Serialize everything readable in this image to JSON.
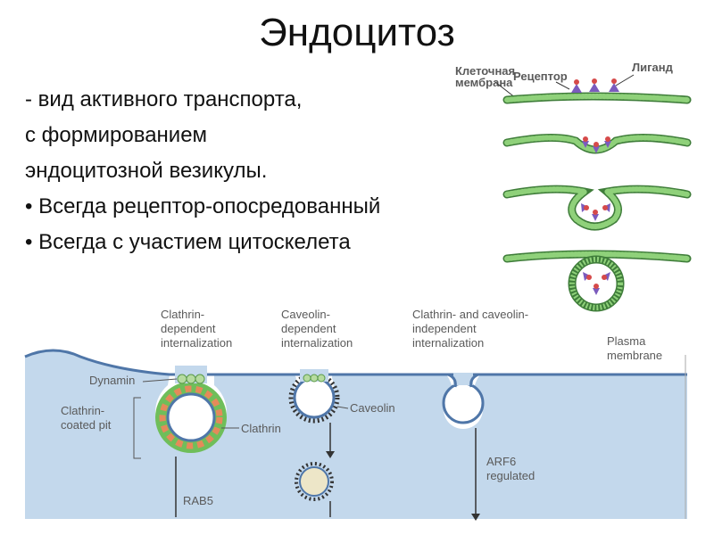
{
  "title": "Эндоцитоз",
  "lines": [
    {
      "text": "- вид активного транспорта,",
      "bullet": false
    },
    {
      "text": "с формированием",
      "bullet": false
    },
    {
      "text": "эндоцитозной везикулы.",
      "bullet": false
    },
    {
      "text": "Всегда рецептор-опосредованный",
      "bullet": true
    },
    {
      "text": "Всегда с участием цитоскелета",
      "bullet": true
    }
  ],
  "top_diagram": {
    "label_membrane": [
      "Клеточная",
      "мембрана"
    ],
    "label_receptor": "Рецептор",
    "label_ligand": "Лиганд",
    "colors": {
      "membrane": "#8fd17a",
      "membrane_edge": "#3f7d3a",
      "receptor": "#7b5bbd",
      "ligand": "#d64a4a"
    }
  },
  "bottom_diagram": {
    "col1": [
      "Clathrin-",
      "dependent",
      "internalization"
    ],
    "col2": [
      "Caveolin-",
      "dependent",
      "internalization"
    ],
    "col3": [
      "Clathrin- and caveolin-",
      "independent",
      "internalization"
    ],
    "plasma": [
      "Plasma",
      "membrane"
    ],
    "dynamin": "Dynamin",
    "coated_pit": [
      "Clathrin-",
      "coated pit"
    ],
    "clathrin": "Clathrin",
    "caveolin": "Caveolin",
    "rab5": "RAB5",
    "arf6": [
      "ARF6",
      "regulated"
    ],
    "colors": {
      "cell": "#c3d8ec",
      "membrane": "#4f76a8",
      "clathrin_green": "#6fbe5a",
      "clathrin_orange": "#e58a5a",
      "vesicle_core": "#ede6c8"
    }
  }
}
